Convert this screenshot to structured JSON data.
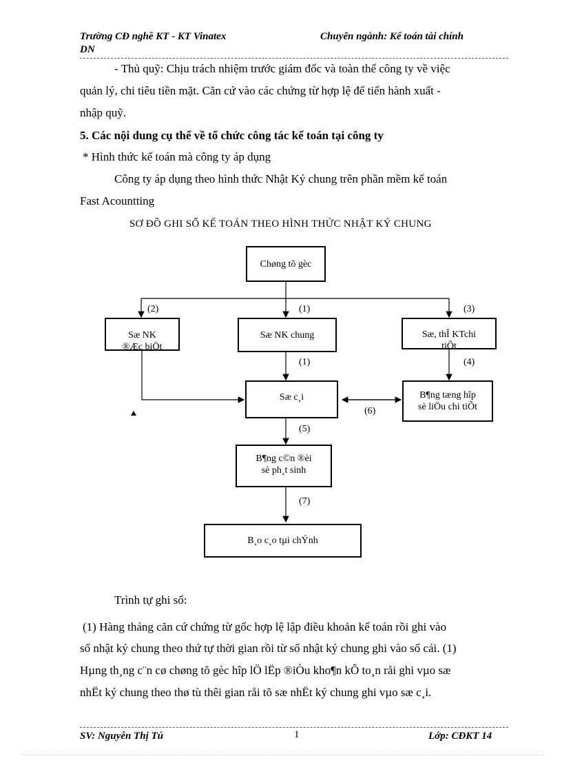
{
  "header": {
    "school": "Trường CĐ nghề KT - KT Vinatex",
    "school_cont": "DN",
    "major": "Chuyên ngành: Kế toán tài chính"
  },
  "body": {
    "para1_l1": "- Thủ quỹ: Chịu trách nhiệm trước giám đốc và toàn thể công ty về việc",
    "para1_l2": "quản lý, chi tiêu tiền mặt. Căn cứ vào các chứng từ hợp lệ để tiến hành xuất -",
    "para1_l3": "nhập quỹ.",
    "heading5": "5. Các nội dung cụ thể về tổ chức công tác kế toán tại công ty",
    "bullet": "* Hình thức kế toán mà công ty áp dụng",
    "para2_l1": "Công ty áp dụng theo hình thức Nhật Ký chung trên phần mềm kế toán",
    "para2_l2": "Fast Acountting",
    "diagram_title": "SƠ ĐỒ GHI SỔ KẾ TOÁN THEO HÌNH THỨC NHẬT KÝ CHUNG"
  },
  "diagram": {
    "box_chung_tu": "Chøng tõ gèc",
    "box_so_nk_dac_biet_l1": "Sæ NK",
    "box_so_nk_dac_biet_l2": "®Æc biÖt",
    "box_so_nk_chung": "Sæ NK chung",
    "box_so_the_l1": "Sæ, thÎ KTchi",
    "box_so_the_l2": "tiÕt",
    "box_so_cai": "Sæ c¸i",
    "box_bang_tong_hop_l1": "B¶ng tæng hîp",
    "box_bang_tong_hop_l2": "sè liÖu chi tiÕt",
    "box_bang_can_doi_l1": "B¶ng c©n ®èi",
    "box_bang_can_doi_l2": "sè ph¸t sinh",
    "box_bao_cao": "B¸o c¸o tµi chÝnh",
    "label_1a": "(1)",
    "label_2": "(2)",
    "label_3": "(3)",
    "label_1b": "(1)",
    "label_4": "(4)",
    "label_6": "(6)",
    "label_5": "(5)",
    "label_7": "(7)"
  },
  "body2": {
    "trinh_tu": "Trình tự ghi sổ:",
    "para3_l1": "(1) Hàng tháng căn cứ chứng từ gốc hợp lệ lập điều khoản kế toán rồi ghi vào",
    "para3_l2": "sổ nhật ký chung theo thứ tự thời gian rồi từ sổ nhật ký chung ghi vào sổ cái. (1)",
    "para3_l3": "Hµng th¸ng c¨n cø chøng tõ gèc hîp lÖ lËp ®iÒu kho¶n kÕ to¸n råi ghi vµo sæ",
    "para3_l4": "nhËt ký chung theo thø tù thêi gian råi tõ sæ nhËt ký chung ghi vµo sæ c¸i."
  },
  "footer": {
    "student": "SV: Nguyễn Thị Tú",
    "page": "1",
    "class": "Lớp: CĐKT 14"
  }
}
